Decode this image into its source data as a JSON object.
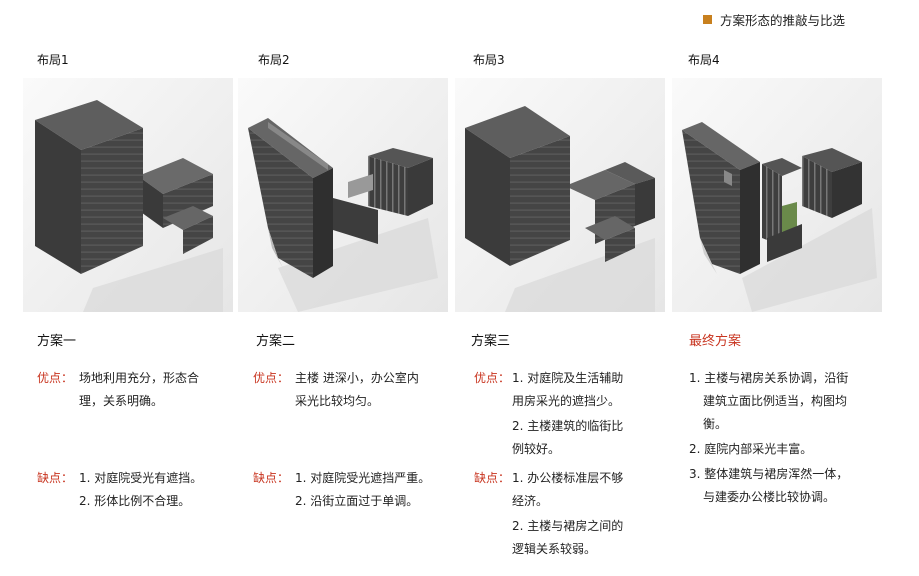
{
  "header": {
    "title": "方案形态的推敲与比选",
    "accent": "#c8801e"
  },
  "columns": [
    {
      "layout_label": "布局1",
      "scheme_title": "方案一",
      "pros_tag": "优点：",
      "pros": [
        "场地利用充分，形态合",
        "理，关系明确。"
      ],
      "cons_tag": "缺点：",
      "cons": [
        "1. 对庭院受光有遮挡。",
        "2. 形体比例不合理。"
      ]
    },
    {
      "layout_label": "布局2",
      "scheme_title": "方案二",
      "pros_tag": "优点：",
      "pros": [
        "主楼 进深小，办公室内",
        "采光比较均匀。"
      ],
      "cons_tag": "缺点：",
      "cons": [
        "1. 对庭院受光遮挡严重。",
        "2. 沿街立面过于单调。"
      ]
    },
    {
      "layout_label": "布局3",
      "scheme_title": "方案三",
      "pros_tag": "优点：",
      "pros_items": [
        [
          "1. 对庭院及生活辅助",
          "用房采光的遮挡少。"
        ],
        [
          "2. 主楼建筑的临街比",
          "例较好。"
        ]
      ],
      "cons_tag": "缺点：",
      "cons_items": [
        [
          "1. 办公楼标准层不够",
          "经济。"
        ],
        [
          "2. 主楼与裙房之间的",
          "逻辑关系较弱。"
        ]
      ]
    },
    {
      "layout_label": "布局4",
      "scheme_title": "最终方案",
      "final_items": [
        [
          "1. 主楼与裙房关系协调，沿街",
          "建筑立面比例适当，构图均",
          "衡。"
        ],
        [
          "2. 庭院内部采光丰富。"
        ],
        [
          "3. 整体建筑与裙房浑然一体，",
          "与建委办公楼比较协调。"
        ]
      ]
    }
  ],
  "colors": {
    "accent_red": "#c8341f",
    "building_dark": "#4a4a4a",
    "ground": "#eeeeee"
  }
}
